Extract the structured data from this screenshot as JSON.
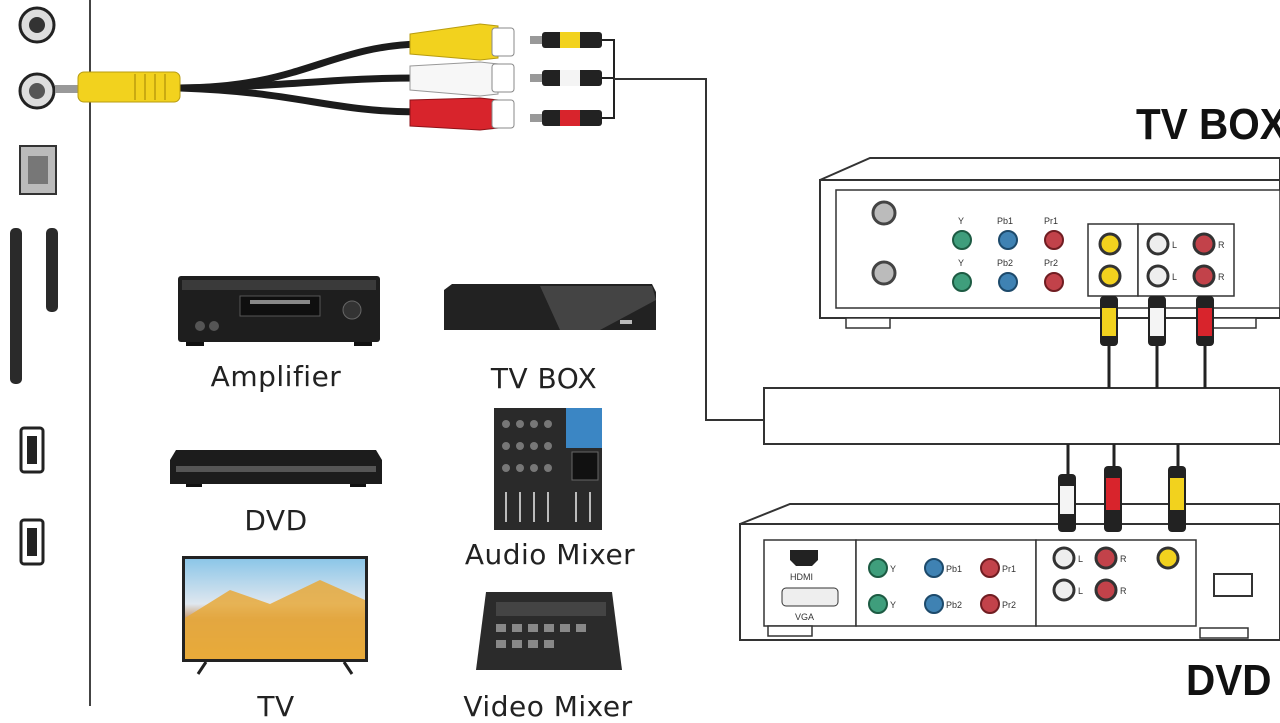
{
  "devices": {
    "amplifier": "Amplifier",
    "tv_box": "TV BOX",
    "dvd": "DVD",
    "audio_mixer": "Audio Mixer",
    "tv": "TV",
    "video_mixer": "Video Mixer"
  },
  "titles": {
    "tv_box": "TV BOX",
    "dvd": "DVD"
  },
  "tv_box_ports": {
    "y1": "Y",
    "y2": "Y",
    "pb1": "Pb1",
    "pb2": "Pb2",
    "pr1": "Pr1",
    "pr2": "Pr2",
    "l1": "L",
    "l2": "L",
    "r1": "R",
    "r2": "R"
  },
  "dvd_ports": {
    "hdmi": "HDMI",
    "vga": "VGA",
    "y1": "Y",
    "y2": "Y",
    "pb1": "Pb1",
    "pb2": "Pb2",
    "pr1": "Pr1",
    "pr2": "Pr2",
    "l1": "L",
    "l2": "L",
    "r1": "R",
    "r2": "R"
  },
  "colors": {
    "yellow": "#f2d21e",
    "white": "#f4f4f4",
    "red": "#d8242c",
    "green": "#3f9e7c",
    "blue": "#3f82b3",
    "line": "#333333"
  }
}
